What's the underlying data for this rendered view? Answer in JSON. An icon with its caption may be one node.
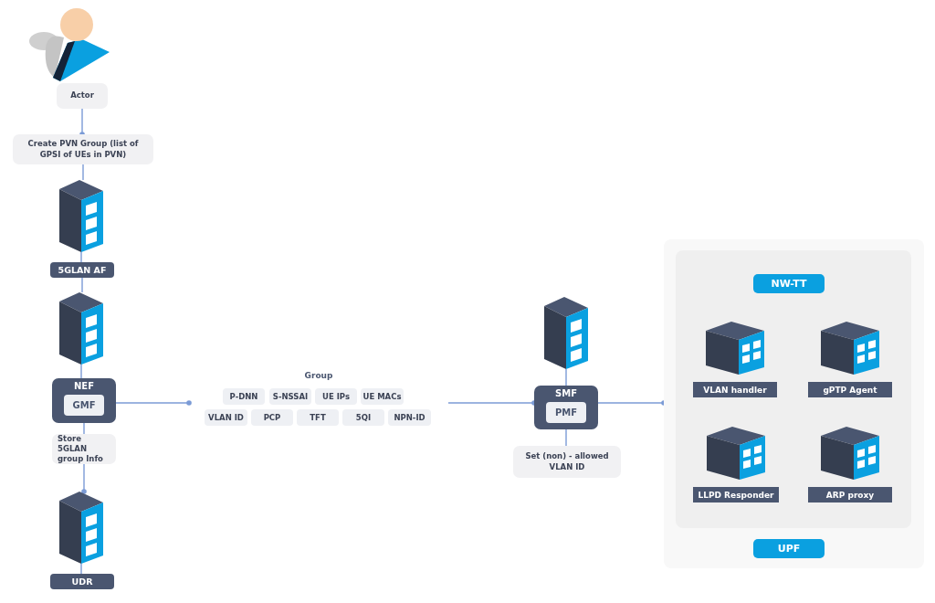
{
  "diagram": {
    "nodes": [
      {
        "text": [
          "Actor"
        ]
      },
      {
        "text": [
          "Create PVN Group (list of GPSI of UEs in PVN)"
        ]
      },
      {
        "text": [],
        "shape": "server"
      },
      {
        "text": [
          "5GLAN AF"
        ]
      },
      {
        "text": [],
        "shape": "server"
      },
      {
        "text": [
          "NEF"
        ]
      },
      {
        "text": [
          "GMF"
        ],
        "in": 5
      },
      {
        "text": [
          "Store 5GLAN group Info"
        ]
      },
      {
        "text": [],
        "shape": "server"
      },
      {
        "text": [
          "UDR"
        ]
      },
      {
        "text": [
          "Group"
        ]
      },
      {
        "text": [
          "P-DNN"
        ],
        "in": 10
      },
      {
        "text": [
          "S-NSSAI"
        ],
        "in": 10
      },
      {
        "text": [
          "UE IPs"
        ],
        "in": 10
      },
      {
        "text": [
          "UE MACs"
        ],
        "in": 10
      },
      {
        "text": [
          "VLAN ID"
        ],
        "in": 10
      },
      {
        "text": [
          "PCP"
        ],
        "in": 10
      },
      {
        "text": [
          "TFT"
        ],
        "in": 10
      },
      {
        "text": [
          "5QI"
        ],
        "in": 10
      },
      {
        "text": [
          "NPN-ID"
        ],
        "in": 10
      },
      {
        "text": [],
        "shape": "server"
      },
      {
        "text": [
          "SMF"
        ]
      },
      {
        "text": [
          "PMF"
        ],
        "in": 21
      },
      {
        "text": [
          "Set (non) - allowed VLAN ID"
        ]
      },
      {
        "text": [
          "UPF"
        ]
      },
      {
        "text": [
          "NW-TT"
        ],
        "in": 24
      },
      {
        "text": [
          "VLAN handler"
        ],
        "in": 25
      },
      {
        "text": [
          "gPTP Agent"
        ],
        "in": 25
      },
      {
        "text": [
          "LLPD Responder"
        ],
        "in": 25
      },
      {
        "text": [
          "ARP proxy"
        ],
        "in": 25
      }
    ],
    "edges": [
      {
        "from": 0,
        "to": 1,
        "arrow": "other"
      },
      {
        "from": 1,
        "to": 2,
        "arrow": "none"
      },
      {
        "from": 2,
        "to": 3,
        "arrow": "none"
      },
      {
        "from": 3,
        "to": 4,
        "arrow": "none"
      },
      {
        "from": 4,
        "to": 5,
        "arrow": "none"
      },
      {
        "from": 5,
        "to": 7,
        "arrow": "none"
      },
      {
        "from": 7,
        "to": 8,
        "arrow": "other"
      },
      {
        "from": 8,
        "to": 9,
        "arrow": "none"
      },
      {
        "from": 5,
        "to": 10,
        "arrow": "other"
      },
      {
        "from": 10,
        "to": 21,
        "arrow": "other"
      },
      {
        "from": 20,
        "to": 21,
        "arrow": "none"
      },
      {
        "from": 21,
        "to": 23,
        "arrow": "none"
      },
      {
        "from": 21,
        "to": 24,
        "arrow": "other"
      }
    ]
  }
}
